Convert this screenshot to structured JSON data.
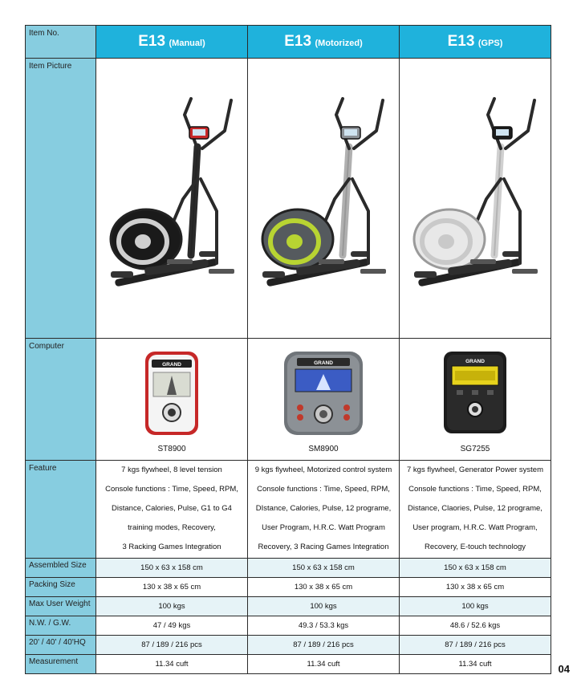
{
  "table": {
    "row_labels": {
      "item_no": "Item No.",
      "item_picture": "Item Picture",
      "computer": "Computer",
      "feature": "Feature",
      "assembled_size": "Assembled Size",
      "packing_size": "Packing Size",
      "max_user_weight": "Max User Weight",
      "nw_gw": "N.W. / G.W.",
      "container": "20' / 40' / 40'HQ",
      "measurement": "Measurement"
    },
    "models": [
      {
        "name": "E13",
        "variant": "(Manual)",
        "console_code": "ST8900",
        "console_brand": "GRAND",
        "feature_lines": [
          "7 kgs flywheel, 8 level tension",
          "Console functions : Time, Speed, RPM,",
          "Distance, Calories, Pulse, G1 to G4",
          "training modes, Recovery,",
          "3 Racking Games Integration"
        ],
        "assembled_size": "150 x 63 x 158 cm",
        "packing_size": "130 x 38 x 65 cm",
        "max_user_weight": "100 kgs",
        "nw_gw": "47 / 49 kgs",
        "container": "87 / 189 / 216 pcs",
        "measurement": "11.34 cuft",
        "colors": {
          "body": "#1a1a1a",
          "accent": "#cfcfcf",
          "frame": "#2a2a2a",
          "console": "#c62828"
        }
      },
      {
        "name": "E13",
        "variant": "(Motorized)",
        "console_code": "SM8900",
        "console_brand": "GRAND",
        "feature_lines": [
          "9 kgs flywheel, Motorized control system",
          "Console functions : Time, Speed, RPM,",
          "DIstance, Calories, Pulse, 12 programe,",
          "User Program, H.R.C. Watt Program",
          "Recovery, 3 Racing Games Integration"
        ],
        "assembled_size": "150 x 63 x 158 cm",
        "packing_size": "130 x 38 x 65 cm",
        "max_user_weight": "100 kgs",
        "nw_gw": "49.3 / 53.3 kgs",
        "container": "87 / 189 / 216 pcs",
        "measurement": "11.34 cuft",
        "colors": {
          "body": "#555a5e",
          "accent": "#b8d432",
          "frame": "#b0b0b0",
          "console": "#8c9196"
        }
      },
      {
        "name": "E13",
        "variant": "(GPS)",
        "console_code": "SG7255",
        "console_brand": "GRAND",
        "feature_lines": [
          "7 kgs flywheel, Generator Power system",
          "Console functions : Time, Speed, RPM,",
          "Distance, Claories, Pulse, 12 programe,",
          "User program, H.R.C. Watt Program,",
          "Recovery, E-touch technology"
        ],
        "assembled_size": "150 x 63 x 158 cm",
        "packing_size": "130 x 38 x 65 cm",
        "max_user_weight": "100 kgs",
        "nw_gw": "48.6 / 52.6 kgs",
        "container": "87 / 189 / 216 pcs",
        "measurement": "11.34 cuft",
        "colors": {
          "body": "#e8e8e8",
          "accent": "#c9c9c9",
          "frame": "#d0d0d0",
          "console": "#1c1c1c"
        }
      }
    ]
  },
  "page_number": "04",
  "theme": {
    "header_bg": "#1fb2dc",
    "label_bg": "#87cde0",
    "stripe_bg": "#e6f3f7"
  }
}
